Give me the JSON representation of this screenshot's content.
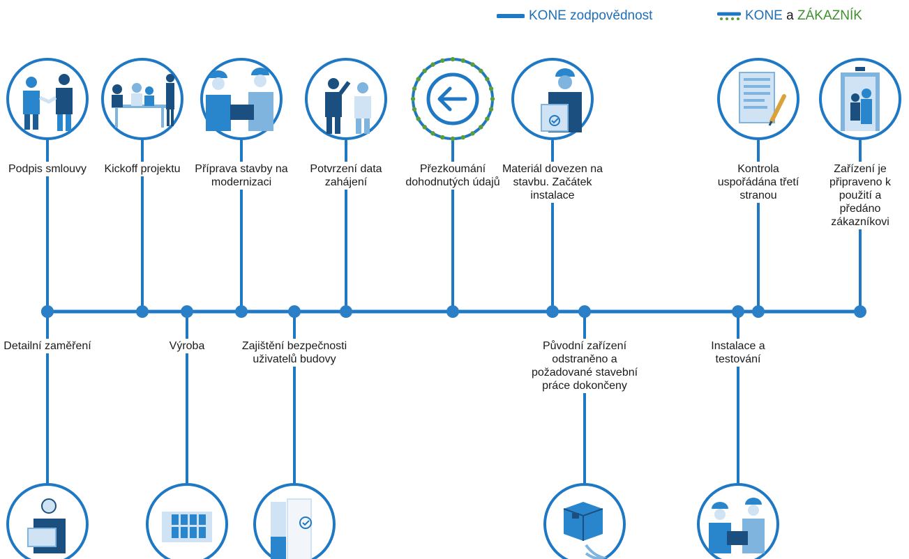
{
  "legend": {
    "kone": "KONE zodpovědnost",
    "shared_prefix": "KONE",
    "shared_and": "a",
    "shared_customer": "ZÁKAZNÍK"
  },
  "colors": {
    "line": "#1f78c4",
    "dot": "#2a7fc6",
    "circle_stroke": "#1f78c4",
    "shared_dots": "#5a9e3a",
    "illustration": "#2a86cc",
    "illustration_light": "#cfe3f4"
  },
  "milestones_top": [
    {
      "label": "Podpis smlouvy",
      "icon": "handshake-icon"
    },
    {
      "label": "Kickoff projektu",
      "icon": "meeting-icon"
    },
    {
      "label": "Příprava stavby na modernizaci",
      "icon": "workers-planning-icon"
    },
    {
      "label": "Potvrzení data zahájení",
      "icon": "two-people-icon"
    },
    {
      "label": "Přezkoumání dohodnutých údajů",
      "icon": "arrow-left-icon",
      "shared": true
    },
    {
      "label": "Materiál dovezen na stavbu. Začátek instalace",
      "icon": "worker-checklist-icon"
    },
    {
      "label": "Kontrola uspořádána třetí stranou",
      "icon": "document-pen-icon"
    },
    {
      "label": "Zařízení je připraveno k použití a předáno zákazníkovi",
      "icon": "elevator-people-icon"
    }
  ],
  "milestones_bottom": [
    {
      "label": "Detailní zaměření",
      "icon": "man-with-tablet-icon"
    },
    {
      "label": "Výroba",
      "icon": "factory-panels-icon"
    },
    {
      "label": "Zajištění bezpečnosti uživatelů budovy",
      "icon": "safety-barrier-icon"
    },
    {
      "label": "Původní zařízení odstraněno a požadované stavební práce dokončeny",
      "icon": "machinery-icon"
    },
    {
      "label": "Instalace a testování",
      "icon": "workers-testing-icon"
    }
  ]
}
